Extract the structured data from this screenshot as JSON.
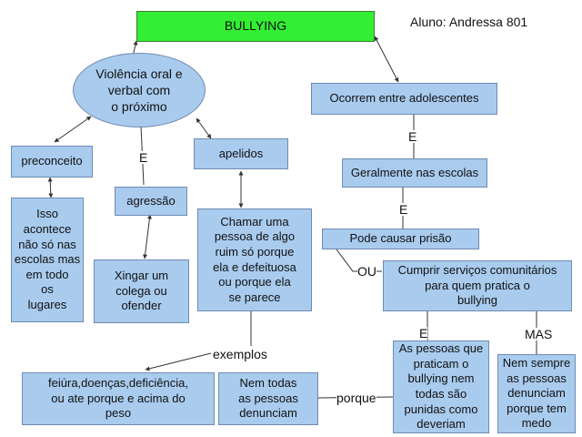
{
  "title": "BULLYING",
  "student": "Aluno: Andressa 801",
  "nodes": {
    "violencia": "Violência oral e\nverbal com\no próximo",
    "preconceito": "preconceito",
    "isso": "Isso\nacontece\nnão só nas\nescolas mas\nem todo\nos\nlugares",
    "agressao": "agressão",
    "xingar": "Xingar um\ncolega ou\nofender",
    "apelidos": "apelidos",
    "chamar": "Chamar uma\npessoa de algo\nruim só porque\nela e defeituosa\nou porque ela\nse parece",
    "feiura": "feiúra,doenças,deficiência,\nou ate porque e acima do\npeso",
    "nem_todas": "Nem todas\nas pessoas\ndenunciam",
    "ocorrem": "Ocorrem entre adolescentes",
    "geralmente": "Geralmente nas escolas",
    "prisao": "Pode causar prisão",
    "cumprir": "Cumprir serviços comunitários\npara quem pratica o\nbullying",
    "as_pessoas": "As pessoas que\npraticam o\nbullying nem\ntodas são\npunidas como\ndeveriam",
    "nem_sempre": "Nem sempre\nas pessoas\ndenunciam\nporque tem\nmedo"
  },
  "connectors": {
    "e1": "E",
    "e2": "E",
    "e3": "E",
    "e4": "E",
    "ou": "OU",
    "mas": "MAS",
    "exemplos": "exemplos",
    "porque": "porque"
  },
  "colors": {
    "box_fill": "#a9cbee",
    "box_border": "#6f8bb0",
    "title_fill": "#33ee33",
    "line": "#333333"
  }
}
